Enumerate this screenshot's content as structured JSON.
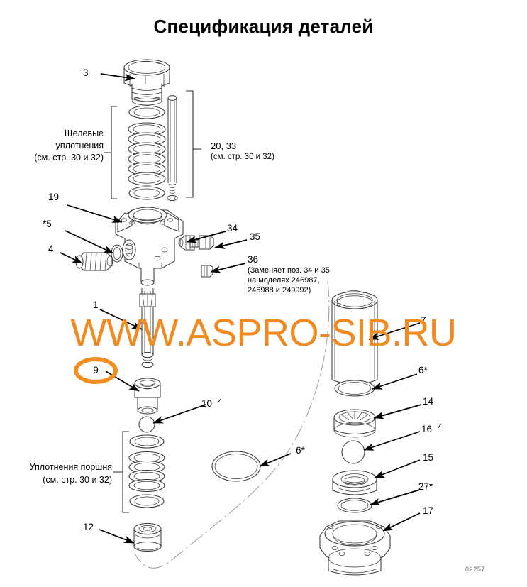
{
  "page": {
    "title": "Спецификация деталей",
    "figure_id": "02257",
    "watermark": "WWW.ASPRO-SIB.RU",
    "watermark_color": "#F18A21",
    "highlight_color": "#F28E1E",
    "line_color": "#3a3a3a",
    "background": "#ffffff"
  },
  "callouts": [
    {
      "id": "c3",
      "text": "3"
    },
    {
      "id": "c20_33",
      "text": "20, 33"
    },
    {
      "id": "c20_33_note",
      "text": "(см. стр. 30 и 32)"
    },
    {
      "id": "slot_seals_l1",
      "text": "Щелевые"
    },
    {
      "id": "slot_seals_l2",
      "text": "уплотнения"
    },
    {
      "id": "slot_seals_l3",
      "text": "(см. стр. 30 и 32)"
    },
    {
      "id": "c19",
      "text": "19"
    },
    {
      "id": "c5",
      "text": "*5"
    },
    {
      "id": "c4",
      "text": "4"
    },
    {
      "id": "c34",
      "text": "34"
    },
    {
      "id": "c35",
      "text": "35"
    },
    {
      "id": "c36",
      "text": "36"
    },
    {
      "id": "c36_note_l1",
      "text": "(Заменяет поз. 34 и 35"
    },
    {
      "id": "c36_note_l2",
      "text": "на моделях 246987,"
    },
    {
      "id": "c36_note_l3",
      "text": "246988 и 249992)"
    },
    {
      "id": "c1",
      "text": "1"
    },
    {
      "id": "c7",
      "text": "7"
    },
    {
      "id": "c9",
      "text": "9"
    },
    {
      "id": "c6a",
      "text": "6*"
    },
    {
      "id": "c14",
      "text": "14"
    },
    {
      "id": "c10",
      "text": "10"
    },
    {
      "id": "c16",
      "text": "16"
    },
    {
      "id": "c6b",
      "text": "6*"
    },
    {
      "id": "c15",
      "text": "15"
    },
    {
      "id": "c27",
      "text": "27*"
    },
    {
      "id": "c17",
      "text": "17"
    },
    {
      "id": "piston_seals_l1",
      "text": "Уплотнения поршня"
    },
    {
      "id": "piston_seals_l2",
      "text": "(см. стр. 30 и 32)"
    },
    {
      "id": "c12",
      "text": "12"
    },
    {
      "id": "footnote_mark",
      "text": "✓"
    }
  ]
}
